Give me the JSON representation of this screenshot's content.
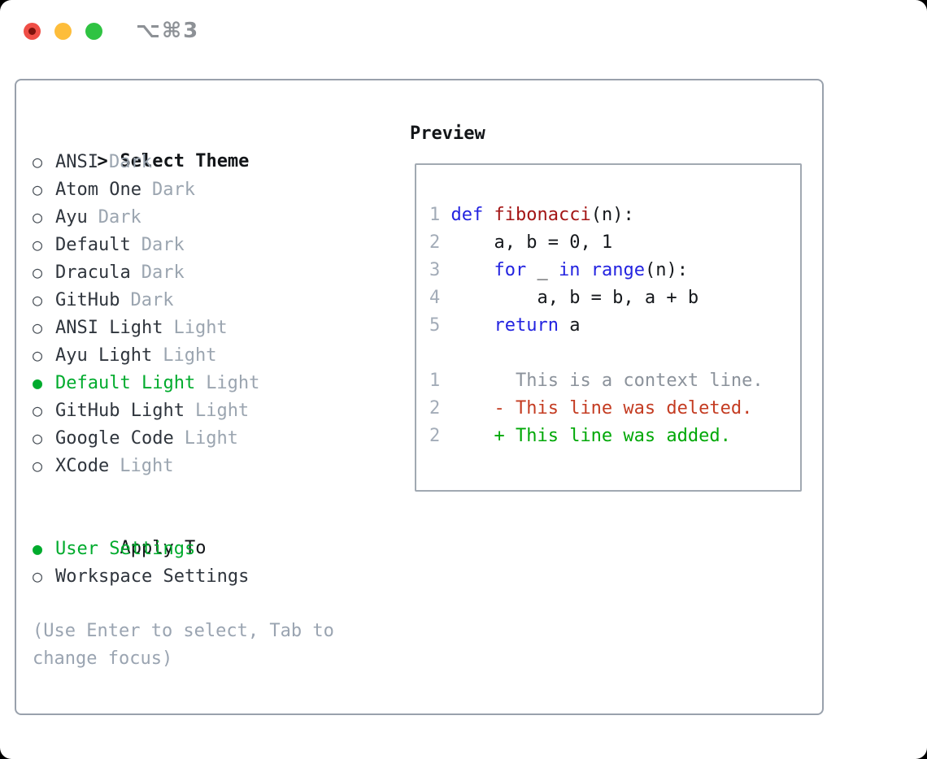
{
  "window": {
    "shortcut_label": "⌥⌘3"
  },
  "glyphs": {
    "prompt": ">",
    "radio_selected": "●",
    "radio_unselected": "○"
  },
  "left_panel": {
    "header_prompt": ">",
    "header_label": "Select Theme",
    "themes": [
      {
        "name": "ANSI",
        "variant": "Dark",
        "selected": false
      },
      {
        "name": "Atom One",
        "variant": "Dark",
        "selected": false
      },
      {
        "name": "Ayu",
        "variant": "Dark",
        "selected": false
      },
      {
        "name": "Default",
        "variant": "Dark",
        "selected": false
      },
      {
        "name": "Dracula",
        "variant": "Dark",
        "selected": false
      },
      {
        "name": "GitHub",
        "variant": "Dark",
        "selected": false
      },
      {
        "name": "ANSI Light",
        "variant": "Light",
        "selected": false
      },
      {
        "name": "Ayu Light",
        "variant": "Light",
        "selected": false
      },
      {
        "name": "Default Light",
        "variant": "Light",
        "selected": true
      },
      {
        "name": "GitHub Light",
        "variant": "Light",
        "selected": false
      },
      {
        "name": "Google Code",
        "variant": "Light",
        "selected": false
      },
      {
        "name": "XCode",
        "variant": "Light",
        "selected": false
      }
    ],
    "apply_to": {
      "header": "Apply To",
      "options": [
        {
          "name": "User Settings",
          "selected": true
        },
        {
          "name": "Workspace Settings",
          "selected": false
        }
      ]
    },
    "help_text": "(Use Enter to select, Tab to change focus)"
  },
  "preview": {
    "header": "Preview",
    "lines": [
      {
        "num": "1",
        "tokens": [
          [
            "def",
            "kw"
          ],
          [
            " ",
            "pl"
          ],
          [
            "fibonacci",
            "fn"
          ],
          [
            "(n):",
            "pl"
          ]
        ]
      },
      {
        "num": "2",
        "tokens": [
          [
            "    a, b = 0, 1",
            "pl"
          ]
        ]
      },
      {
        "num": "3",
        "tokens": [
          [
            "    ",
            "pl"
          ],
          [
            "for",
            "kw"
          ],
          [
            " _ ",
            "pl"
          ],
          [
            "in",
            "kw"
          ],
          [
            " ",
            "pl"
          ],
          [
            "range",
            "kw"
          ],
          [
            "(n):",
            "pl"
          ]
        ]
      },
      {
        "num": "4",
        "tokens": [
          [
            "        a, b = b, a + b",
            "pl"
          ]
        ]
      },
      {
        "num": "5",
        "tokens": [
          [
            "    ",
            "pl"
          ],
          [
            "return",
            "kw"
          ],
          [
            " a",
            "pl"
          ]
        ]
      },
      {
        "num": "",
        "tokens": []
      },
      {
        "num": "1",
        "tokens": [
          [
            "      This is a context line.",
            "ctx"
          ]
        ]
      },
      {
        "num": "2",
        "tokens": [
          [
            "    - This line was deleted.",
            "del"
          ]
        ]
      },
      {
        "num": "2",
        "tokens": [
          [
            "    + This line was added.",
            "add"
          ]
        ]
      }
    ]
  },
  "colors": {
    "keyword": "#2323e0",
    "function": "#a31515",
    "plain": "#15181c",
    "line_number": "#a3acb8",
    "context": "#8b929b",
    "deleted": "#c43c22",
    "added": "#00a807",
    "selection_green": "#00ab2d",
    "list_name": "#2f353d",
    "variant_gray": "#9ba5b0",
    "header_dark": "#121518",
    "help_gray": "#9aa4b1",
    "panel_border": "#99a1ac",
    "box_border": "#a1a9b2",
    "traffic_red": "#ef4e46",
    "traffic_red_dot": "#7d120c",
    "traffic_yellow": "#fdbd3b",
    "traffic_green": "#2fc342",
    "title_gray": "#8d9196"
  }
}
